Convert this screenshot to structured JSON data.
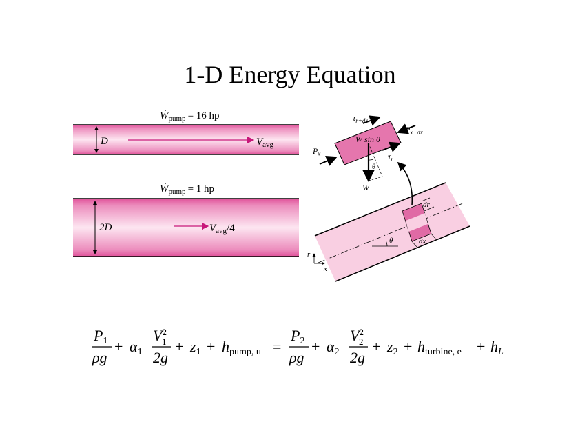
{
  "slide": {
    "title": "1-D Energy Equation"
  },
  "pipe_top": {
    "power_symbol": "Ẇ",
    "power_sub": "pump",
    "power_value": "= 16 hp",
    "diameter": "D",
    "velocity_symbol": "V",
    "velocity_sub": "avg"
  },
  "pipe_bottom": {
    "power_symbol": "Ẇ",
    "power_sub": "pump",
    "power_value": "= 1 hp",
    "diameter": "2D",
    "velocity_symbol": "V",
    "velocity_sub": "avg",
    "velocity_suffix": "/4"
  },
  "element_diagram": {
    "tau_top": "τ",
    "tau_top_sub": "r+dr",
    "p_right": "P",
    "p_right_sub": "x+dx",
    "p_left": "P",
    "p_left_sub": "x",
    "weight_comp": "W sin θ",
    "tau_bottom": "τ",
    "tau_bottom_sub": "r",
    "theta_small": "θ",
    "weight": "W",
    "dr": "dr",
    "dx": "dx",
    "theta_pipe": "θ",
    "axis_r": "r",
    "axis_x": "x"
  },
  "equation": {
    "P1": "P",
    "P1_sub": "1",
    "rho_g": "ρg",
    "plus": "+",
    "alpha1": "α",
    "alpha1_sub": "1",
    "V1": "V",
    "V1_sup": "2",
    "V1_sub": "1",
    "two_g": "2g",
    "z1": "z",
    "z1_sub": "1",
    "h_pump": "h",
    "h_pump_sub": "pump, u",
    "equals": "=",
    "P2": "P",
    "P2_sub": "2",
    "alpha2": "α",
    "alpha2_sub": "2",
    "V2": "V",
    "V2_sup": "2",
    "V2_sub": "2",
    "z2": "z",
    "z2_sub": "2",
    "h_turb": "h",
    "h_turb_sub": "turbine, e",
    "h_L": "h",
    "h_L_sub": "L"
  },
  "colors": {
    "pipe_dark": "#e0529a",
    "pipe_light": "#fbe0ee",
    "element_fill": "#e576ad",
    "arrow_magenta": "#c8187a"
  }
}
